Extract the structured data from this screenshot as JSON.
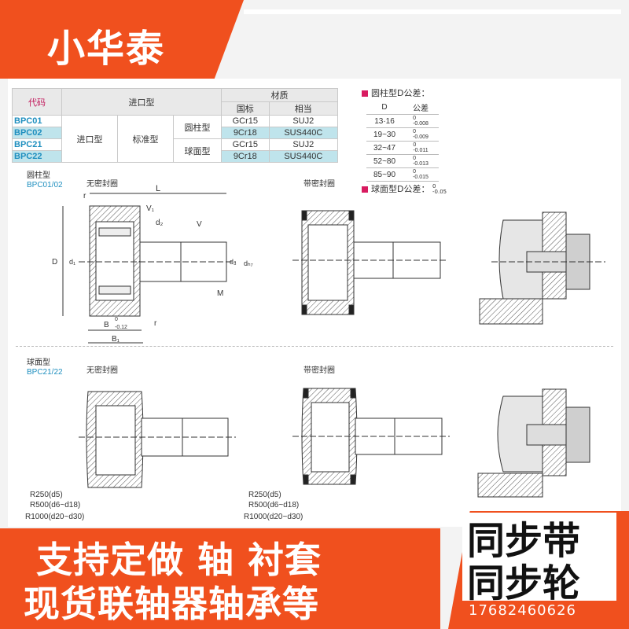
{
  "brand": {
    "title": "小华泰"
  },
  "spec_table": {
    "headers": {
      "code": "代码",
      "type": "进口型",
      "material": "材质",
      "national": "国标",
      "equivalent": "相当"
    },
    "rows": [
      {
        "code": "BPC01",
        "national": "GCr15",
        "equivalent": "SUJ2"
      },
      {
        "code": "BPC02",
        "national": "9Cr18",
        "equivalent": "SUS440C"
      },
      {
        "code": "BPC21",
        "national": "GCr15",
        "equivalent": "SUJ2"
      },
      {
        "code": "BPC22",
        "national": "9Cr18",
        "equivalent": "SUS440C"
      }
    ],
    "group": {
      "import_type": "进口型",
      "standard": "标准型",
      "cylinder": "圆柱型",
      "spherical": "球面型"
    }
  },
  "tolerance": {
    "title": "圆柱型D公差：",
    "col_d": "D",
    "col_tol": "公差",
    "rows": [
      {
        "d": "13·16",
        "upper": "0",
        "lower": "-0.008"
      },
      {
        "d": "19~30",
        "upper": "0",
        "lower": "-0.009"
      },
      {
        "d": "32~47",
        "upper": "0",
        "lower": "-0.011"
      },
      {
        "d": "52~80",
        "upper": "0",
        "lower": "-0.013"
      },
      {
        "d": "85~90",
        "upper": "0",
        "lower": "-0.015"
      }
    ],
    "sphere_title": "球面型D公差：",
    "sphere_upper": "0",
    "sphere_lower": "-0.05"
  },
  "drawings": {
    "cylinder_label": "圆柱型",
    "cylinder_models": "BPC01/02",
    "sphere_label": "球面型",
    "sphere_models": "BPC21/22",
    "no_seal": "无密封圈",
    "with_seal": "带密封圈",
    "dims": {
      "L": "L",
      "V1": "V₁",
      "d2": "d₂",
      "V": "V",
      "D": "D",
      "d1": "d₁",
      "d3": "d₃",
      "dh7": "dₕ₇",
      "M": "M",
      "r": "r",
      "B": "B",
      "B_tol_upper": "0",
      "B_tol_lower": "-0.12",
      "B1": "B₁"
    },
    "radius_notes": [
      "R250(d5)",
      "R500(d6~d18)",
      "R1000(d20~d30)"
    ]
  },
  "promo": {
    "line1": "支持定做 轴 衬套",
    "line2": "现货联轴器轴承等"
  },
  "product": {
    "line1": "同步带",
    "line2": "同步轮"
  },
  "contact": {
    "phone": "17682460626"
  }
}
